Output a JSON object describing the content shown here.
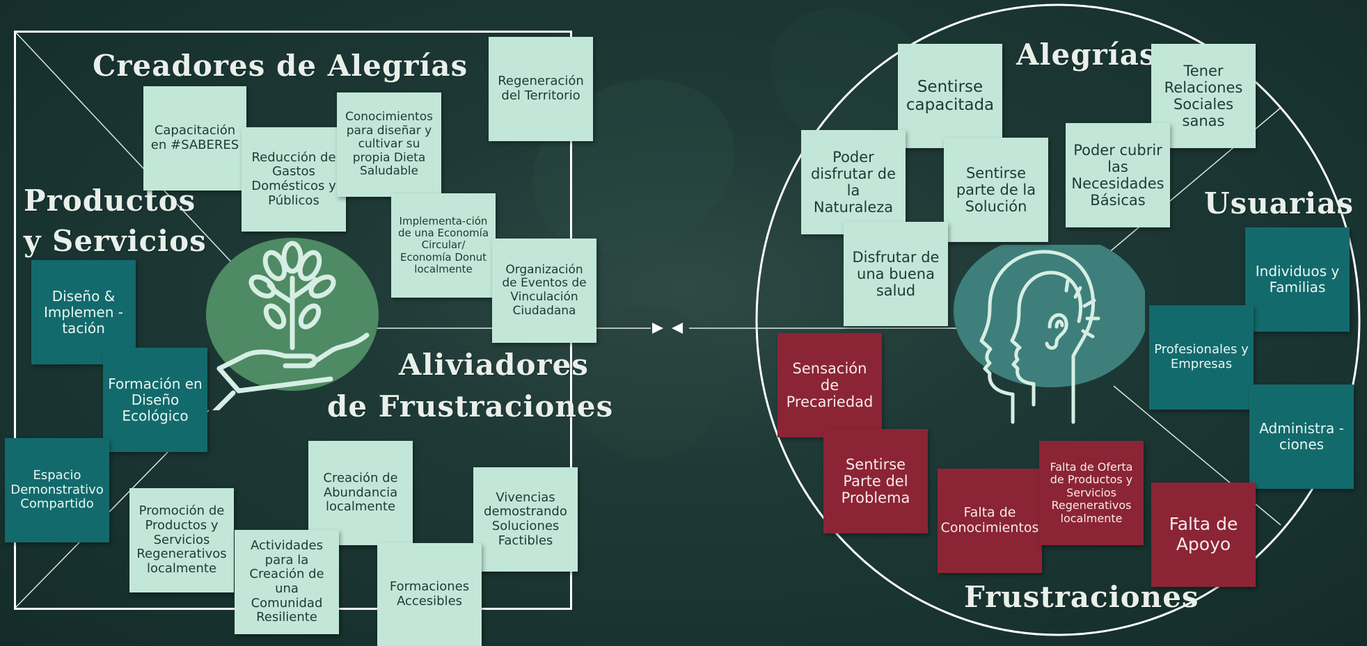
{
  "colors": {
    "background": "#1a3532",
    "mint_note": "#c2e7d8",
    "teal_note": "#136a6c",
    "red_note": "#8b2535",
    "circle_green": "#4e8a63",
    "circle_teal": "#3e7f7b",
    "lines": "#ffffff"
  },
  "value_map": {
    "headings": {
      "creadores": "Creadores de Alegrías",
      "productos_line1": "Productos",
      "productos_line2": "y Servicios",
      "aliviadores_line1": "Aliviadores",
      "aliviadores_line2": "de Frustraciones"
    },
    "creadores_notes": [
      "Capacitación en #SABERES",
      "Reducción de Gastos Domésticos y Públicos",
      "Conocimientos para diseñar y cultivar su propia Dieta Saludable",
      "Regeneración del Territorio",
      "Implementa-ción de una Economía Circular/ Economía Donut localmente",
      "Organización de Eventos de Vinculación Ciudadana"
    ],
    "productos_notes": [
      "Diseño & Implemen -tación",
      "Formación en Diseño Ecológico",
      "Espacio Demonstrativo Compartido"
    ],
    "aliviadores_notes": [
      "Creación de Abundancia localmente",
      "Vivencias demostrando Soluciones Factibles",
      "Promoción de Productos y Servicios Regenerativos localmente",
      "Actividades para la Creación de una Comunidad Resiliente",
      "Formaciones Accesibles"
    ],
    "icon": "hand-holding-plant-icon"
  },
  "customer_profile": {
    "headings": {
      "alegrias": "Alegrías",
      "usuarias": "Usuarias",
      "frustraciones": "Frustraciones"
    },
    "alegrias_notes": [
      "Sentirse capacitada",
      "Tener Relaciones Sociales sanas",
      "Poder disfrutar de la Naturaleza",
      "Sentirse parte de la Solución",
      "Poder cubrir las Necesidades Básicas",
      "Disfrutar de una buena salud"
    ],
    "usuarias_notes": [
      "Individuos y Familias",
      "Profesionales y Empresas",
      "Administra -ciones"
    ],
    "frustraciones_notes": [
      "Sensación de Precariedad",
      "Sentirse Parte del Problema",
      "Falta de Conocimientos",
      "Falta de Oferta de Productos y Servicios Regenerativos localmente",
      "Falta de Apoyo"
    ],
    "icon": "head-listening-icon"
  },
  "connector": {
    "icon": "double-arrow-left-icon"
  }
}
